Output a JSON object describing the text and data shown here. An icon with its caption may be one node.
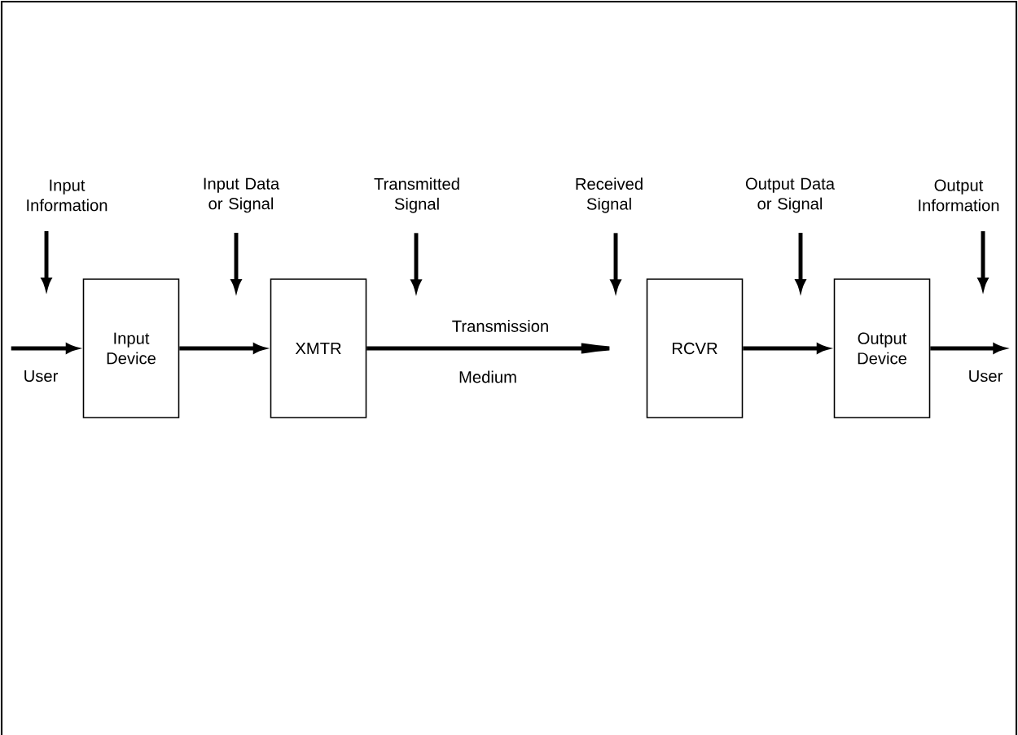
{
  "diagram": {
    "nodes": [
      {
        "text": [
          "Input Information"
        ]
      },
      {
        "text": [
          "Input Data or Signal"
        ]
      },
      {
        "text": [
          "Transmitted Signal"
        ]
      },
      {
        "text": [
          "Received Signal"
        ]
      },
      {
        "text": [
          "Output Data or Signal"
        ]
      },
      {
        "text": [
          "Output Information"
        ]
      },
      {
        "text": [
          "Input Device"
        ]
      },
      {
        "text": [
          "XMTR"
        ]
      },
      {
        "text": [
          "RCVR"
        ]
      },
      {
        "text": [
          "Output Device"
        ]
      }
    ],
    "edges": [
      {
        "from": null,
        "to": 6,
        "arrow": "to"
      },
      {
        "from": 6,
        "to": 7,
        "arrow": "to"
      },
      {
        "from": 7,
        "to": 8,
        "arrow": "to",
        "label": "Transmission"
      },
      {
        "from": 8,
        "to": 9,
        "arrow": "to"
      },
      {
        "from": 9,
        "to": null,
        "arrow": "to"
      },
      {
        "from": 0,
        "to": null,
        "arrow": "to"
      },
      {
        "from": 1,
        "to": null,
        "arrow": "to"
      },
      {
        "from": 2,
        "to": null,
        "arrow": "to"
      },
      {
        "from": 3,
        "to": null,
        "arrow": "to"
      },
      {
        "from": 4,
        "to": null,
        "arrow": "to"
      },
      {
        "from": 5,
        "to": null,
        "arrow": "to"
      }
    ],
    "labels": [
      "User",
      "Medium",
      "User"
    ]
  }
}
